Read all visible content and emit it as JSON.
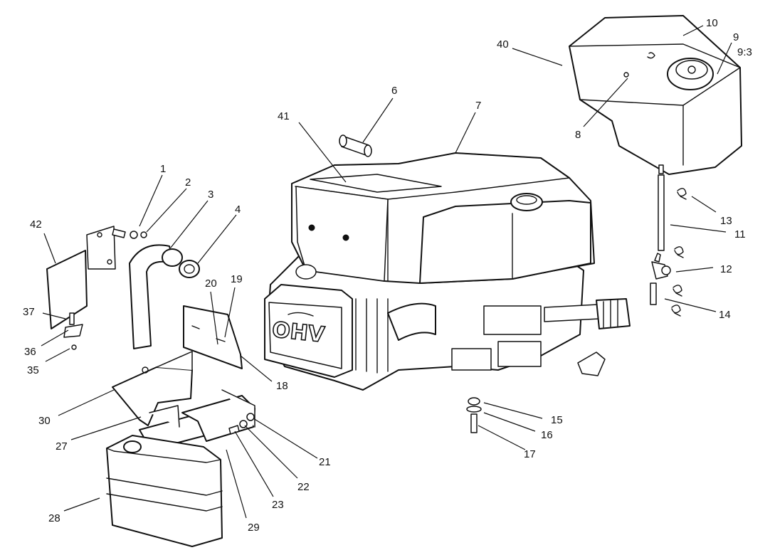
{
  "diagram": {
    "engine_badge": "OHV",
    "callouts": [
      {
        "id": "c1",
        "label": "1"
      },
      {
        "id": "c2",
        "label": "2"
      },
      {
        "id": "c3",
        "label": "3"
      },
      {
        "id": "c4",
        "label": "4"
      },
      {
        "id": "c6",
        "label": "6"
      },
      {
        "id": "c7",
        "label": "7"
      },
      {
        "id": "c8",
        "label": "8"
      },
      {
        "id": "c9",
        "label": "9"
      },
      {
        "id": "c93",
        "label": "9:3"
      },
      {
        "id": "c10",
        "label": "10"
      },
      {
        "id": "c11",
        "label": "11"
      },
      {
        "id": "c12",
        "label": "12"
      },
      {
        "id": "c13",
        "label": "13"
      },
      {
        "id": "c14",
        "label": "14"
      },
      {
        "id": "c15",
        "label": "15"
      },
      {
        "id": "c16",
        "label": "16"
      },
      {
        "id": "c17",
        "label": "17"
      },
      {
        "id": "c18",
        "label": "18"
      },
      {
        "id": "c19",
        "label": "19"
      },
      {
        "id": "c20",
        "label": "20"
      },
      {
        "id": "c21",
        "label": "21"
      },
      {
        "id": "c22",
        "label": "22"
      },
      {
        "id": "c23",
        "label": "23"
      },
      {
        "id": "c27",
        "label": "27"
      },
      {
        "id": "c28",
        "label": "28"
      },
      {
        "id": "c29",
        "label": "29"
      },
      {
        "id": "c30",
        "label": "30"
      },
      {
        "id": "c35",
        "label": "35"
      },
      {
        "id": "c36",
        "label": "36"
      },
      {
        "id": "c37",
        "label": "37"
      },
      {
        "id": "c40",
        "label": "40"
      },
      {
        "id": "c41",
        "label": "41"
      },
      {
        "id": "c42",
        "label": "42"
      }
    ]
  }
}
